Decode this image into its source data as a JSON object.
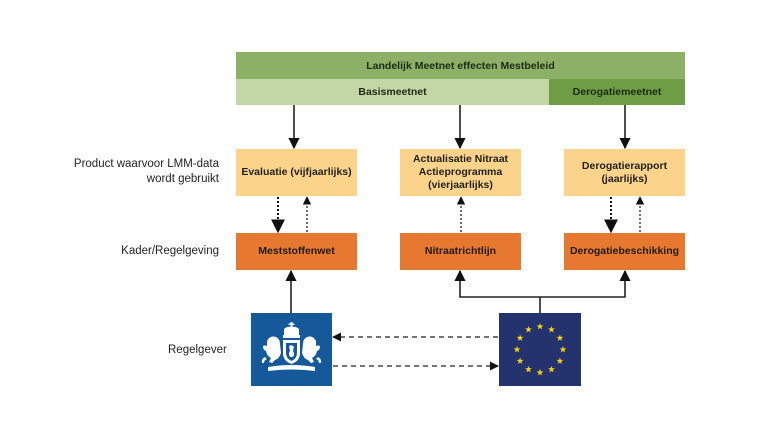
{
  "header": {
    "title": "Landelijk Meetnet effecten Mestbeleid",
    "sub_left": "Basismeetnet",
    "sub_right": "Derogatiemeetnet"
  },
  "row_labels": {
    "product": "Product waarvoor LMM-data wordt gebruikt",
    "framework": "Kader/Regelgeving",
    "regulator": "Regelgever"
  },
  "products": [
    {
      "label": "Evaluatie (vijfjaarlijks)"
    },
    {
      "label": "Actualisatie Nitraat Actieprogramma (vierjaarlijks)"
    },
    {
      "label": "Derogatierapport (jaarlijks)"
    }
  ],
  "laws": [
    {
      "label": "Meststoffenwet"
    },
    {
      "label": "Nitraatrichtlijn"
    },
    {
      "label": "Derogatiebeschikking"
    }
  ],
  "regulators": [
    {
      "name": "Rijksoverheid (Nederland)",
      "icon": "dutch-coat-of-arms"
    },
    {
      "name": "Europese Unie",
      "icon": "eu-flag"
    }
  ],
  "colors": {
    "header_dark": "#8cb065",
    "header_light": "#c2d6a6",
    "header_accent": "#6e9d45",
    "product": "#fcd38a",
    "law": "#e6792f",
    "nl_blue": "#15599a",
    "eu_blue": "#24336e",
    "eu_star": "#f5d117"
  }
}
